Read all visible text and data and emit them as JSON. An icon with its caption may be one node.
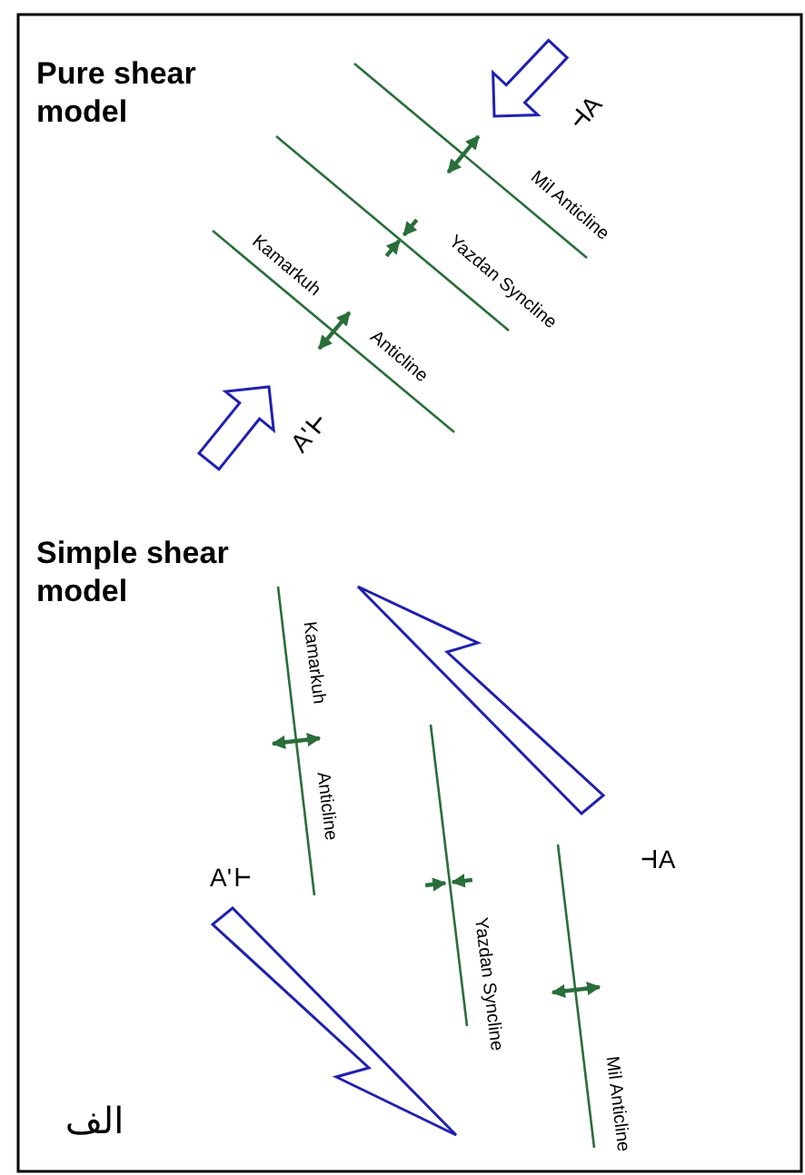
{
  "diagram": {
    "labels": [
      "Pure shear model",
      "A",
      "Mil Anticline",
      "Yazdan Syncline",
      "Kamarkuh",
      "Anticline",
      "A'",
      "Simple shear model",
      "Kamarkuh",
      "Anticline",
      "A'",
      "A",
      "Yazdan Syncline",
      "Mil Anticline",
      "الف"
    ]
  }
}
